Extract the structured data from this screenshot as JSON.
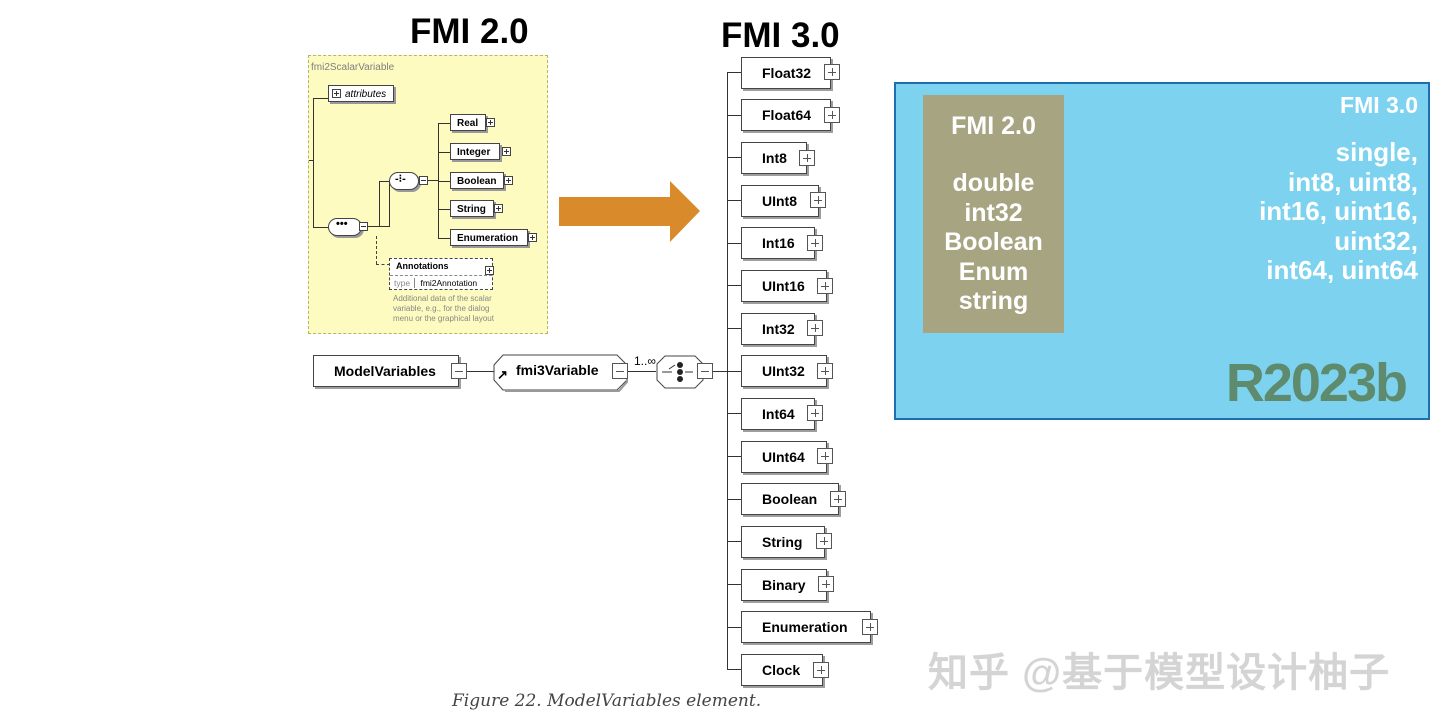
{
  "fmi2": {
    "title": "FMI 2.0",
    "scalar_variable": "fmi2ScalarVariable",
    "attributes": "attributes",
    "types": [
      "Real",
      "Integer",
      "Boolean",
      "String",
      "Enumeration"
    ],
    "annotations_title": "Annotations",
    "annotations_type_label": "type",
    "annotations_type": "fmi2Annotation",
    "annotations_desc": "Additional data of the scalar variable, e.g., for the dialog menu or the graphical layout"
  },
  "fmi3": {
    "title": "FMI 3.0",
    "model_variables": "ModelVariables",
    "fmi3_variable": "fmi3Variable",
    "multiplicity": "1..∞",
    "types": [
      "Float32",
      "Float64",
      "Int8",
      "UInt8",
      "Int16",
      "UInt16",
      "Int32",
      "UInt32",
      "Int64",
      "UInt64",
      "Boolean",
      "String",
      "Binary",
      "Enumeration",
      "Clock"
    ]
  },
  "caption": "Figure 22. ModelVariables element.",
  "panel": {
    "fmi2_title": "FMI 2.0",
    "fmi2_items": [
      "double",
      "int32",
      "Boolean",
      "Enum",
      "string"
    ],
    "fmi3_title": "FMI 3.0",
    "fmi3_items": [
      "single,",
      "int8, uint8,",
      "int16, uint16,",
      "uint32,",
      "int64, uint64"
    ],
    "release": "R2023b"
  },
  "watermark": "知乎 @基于模型设计柚子",
  "colors": {
    "arrow": "#d98a2b",
    "blue_panel": "#7dd3ef",
    "olive_box": "#a6a481",
    "yellow_panel": "#fdfbc0"
  }
}
